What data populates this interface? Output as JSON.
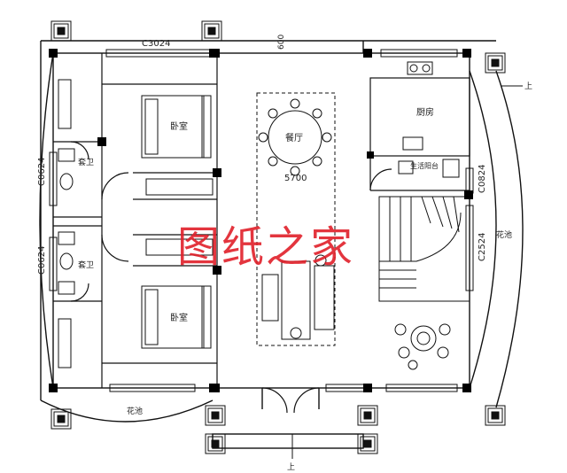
{
  "labels": {
    "window_top_left": "C3024",
    "dim_top_600": "600",
    "bedroom_upper": "卧室",
    "bedroom_lower": "卧室",
    "dining": "餐厅",
    "kitchen": "厨房",
    "dim_5700": "5700",
    "bath_upper": "套卫",
    "bath_lower": "套卫",
    "window_left_upper": "C0624",
    "window_left_lower": "C0624",
    "window_right_upper": "C0824",
    "window_right_lower": "C2524",
    "planter_right": "花池",
    "planter_bottom": "花池",
    "up_right": "上",
    "up_bottom": "上",
    "utility": "生活阳台"
  },
  "watermark": "图纸之家",
  "colors": {
    "line": "#111111",
    "pillar": "#000000",
    "watermark": "#e0202a"
  }
}
